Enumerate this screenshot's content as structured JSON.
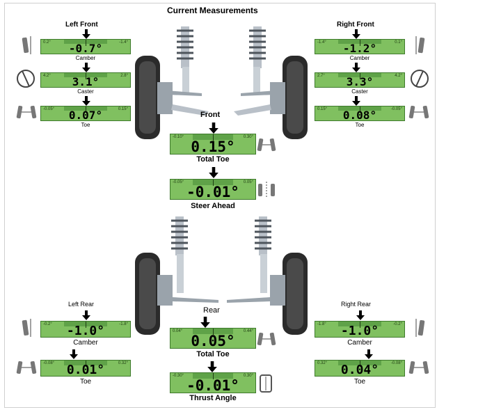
{
  "header": {
    "title": "Current Measurements"
  },
  "front": {
    "section_label": "Front",
    "left_label": "Left Front",
    "right_label": "Right Front",
    "left": {
      "camber": {
        "value": "-0.7°",
        "min": "0.2°",
        "max": "-1.4°",
        "label": "Camber"
      },
      "caster": {
        "value": "3.1°",
        "min": "4.2°",
        "max": "2.8°",
        "label": "Caster"
      },
      "toe": {
        "value": "0.07°",
        "min": "-0.05°",
        "max": "0.15°",
        "label": "Toe"
      }
    },
    "right": {
      "camber": {
        "value": "-1.2°",
        "min": "-1.4°",
        "max": "0.1°",
        "label": "Camber"
      },
      "caster": {
        "value": "3.3°",
        "min": "2.7°",
        "max": "4.2°",
        "label": "Caster"
      },
      "toe": {
        "value": "0.08°",
        "min": "0.15°",
        "max": "-0.05°",
        "label": "Toe"
      }
    },
    "total_toe": {
      "value": "0.15°",
      "min": "-0.10°",
      "max": "0.30°",
      "label": "Total Toe"
    },
    "steer_ahead": {
      "value": "-0.01°",
      "min": "-0.05°",
      "max": "0.05°",
      "label": "Steer Ahead"
    }
  },
  "rear": {
    "section_label": "Rear",
    "left_label": "Left Rear",
    "right_label": "Right Rear",
    "left": {
      "camber": {
        "value": "-1.0°",
        "min": "-0.2°",
        "max": "-1.8°",
        "label": "Camber"
      },
      "toe": {
        "value": "0.01°",
        "min": "-0.08°",
        "max": "0.32°",
        "label": "Toe"
      }
    },
    "right": {
      "camber": {
        "value": "-1.0°",
        "min": "-1.8°",
        "max": "-0.2°",
        "label": "Camber"
      },
      "toe": {
        "value": "0.04°",
        "min": "0.32°",
        "max": "-0.08°",
        "label": "Toe"
      }
    },
    "total_toe": {
      "value": "0.05°",
      "min": "0.04°",
      "max": "0.44°",
      "label": "Total Toe"
    },
    "thrust_angle": {
      "value": "-0.01°",
      "min": "-0.30°",
      "max": "0.30°",
      "label": "Thrust Angle"
    }
  },
  "colors": {
    "gauge_fill": "#80c060",
    "gauge_border": "#3e7a2c",
    "tire": "#2b2b2b",
    "metal": "#b9c0c8"
  },
  "icons": [
    "camber-icon",
    "caster-icon",
    "toe-icon",
    "total-toe-icon",
    "steer-ahead-icon",
    "thrust-angle-icon"
  ]
}
